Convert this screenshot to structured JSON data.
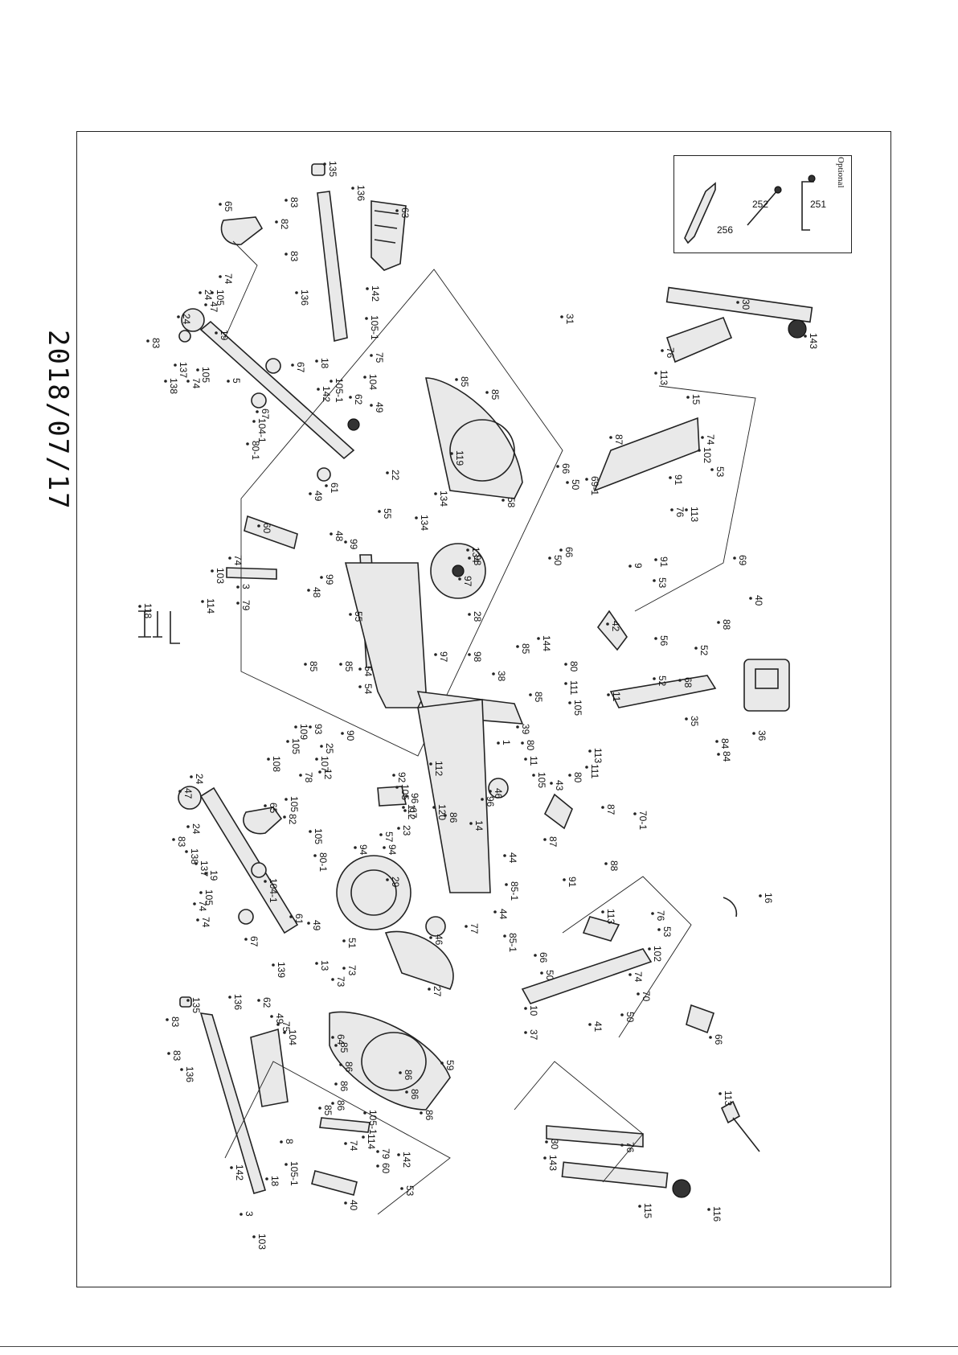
{
  "date_stamp": "2018/07/17",
  "optional": {
    "title": "Optional",
    "items": [
      "251",
      "252",
      "256"
    ]
  },
  "part_labels": [
    "135",
    "136",
    "63",
    "83",
    "82",
    "65",
    "83",
    "136",
    "142",
    "105-1",
    "74",
    "105",
    "24",
    "47",
    "19",
    "24",
    "83",
    "137",
    "138",
    "105",
    "74",
    "5",
    "67",
    "67",
    "75",
    "104",
    "18",
    "105-1",
    "142",
    "62",
    "49",
    "104-1",
    "80-1",
    "61",
    "49",
    "60",
    "74",
    "103",
    "3",
    "114",
    "79",
    "85",
    "85",
    "119",
    "58",
    "22",
    "134",
    "134",
    "134",
    "55",
    "48",
    "99",
    "99",
    "48",
    "55",
    "98",
    "97",
    "28",
    "97",
    "98",
    "85",
    "54",
    "85",
    "54",
    "85",
    "38",
    "144",
    "42",
    "31",
    "30",
    "143",
    "76",
    "113",
    "15",
    "87",
    "69-1",
    "50",
    "66",
    "66",
    "50",
    "9",
    "74",
    "102",
    "53",
    "91",
    "76",
    "113",
    "69",
    "91",
    "53",
    "56",
    "40",
    "88",
    "52",
    "52",
    "68",
    "35",
    "36",
    "84",
    "84",
    "11",
    "80",
    "111",
    "105",
    "113",
    "111",
    "80",
    "105",
    "11",
    "80",
    "39",
    "85",
    "1",
    "96",
    "112",
    "92",
    "105",
    "96",
    "112",
    "120",
    "86",
    "46",
    "14",
    "46",
    "44",
    "85-1",
    "44",
    "85-1",
    "77",
    "43",
    "87",
    "108",
    "105",
    "93",
    "109",
    "90",
    "25",
    "107",
    "12",
    "78",
    "105",
    "82",
    "65",
    "24",
    "47",
    "24",
    "83",
    "138",
    "137",
    "19",
    "105",
    "74",
    "74",
    "105",
    "80-1",
    "104-1",
    "67",
    "23",
    "57",
    "94",
    "94",
    "29",
    "51",
    "13",
    "73",
    "73",
    "27",
    "61",
    "49",
    "67",
    "139",
    "62",
    "49",
    "75",
    "104",
    "135",
    "136",
    "83",
    "83",
    "136",
    "64",
    "85",
    "86",
    "86",
    "86",
    "85",
    "59",
    "86",
    "86",
    "86",
    "114",
    "142",
    "105-1",
    "18",
    "8",
    "105-1",
    "142",
    "3",
    "103",
    "74",
    "79",
    "60",
    "53",
    "40",
    "88",
    "87",
    "70-1",
    "91",
    "113",
    "76",
    "53",
    "102",
    "74",
    "70",
    "50",
    "66",
    "66",
    "50",
    "10",
    "37",
    "41",
    "16",
    "113",
    "76",
    "30",
    "143",
    "115",
    "116",
    "118"
  ]
}
